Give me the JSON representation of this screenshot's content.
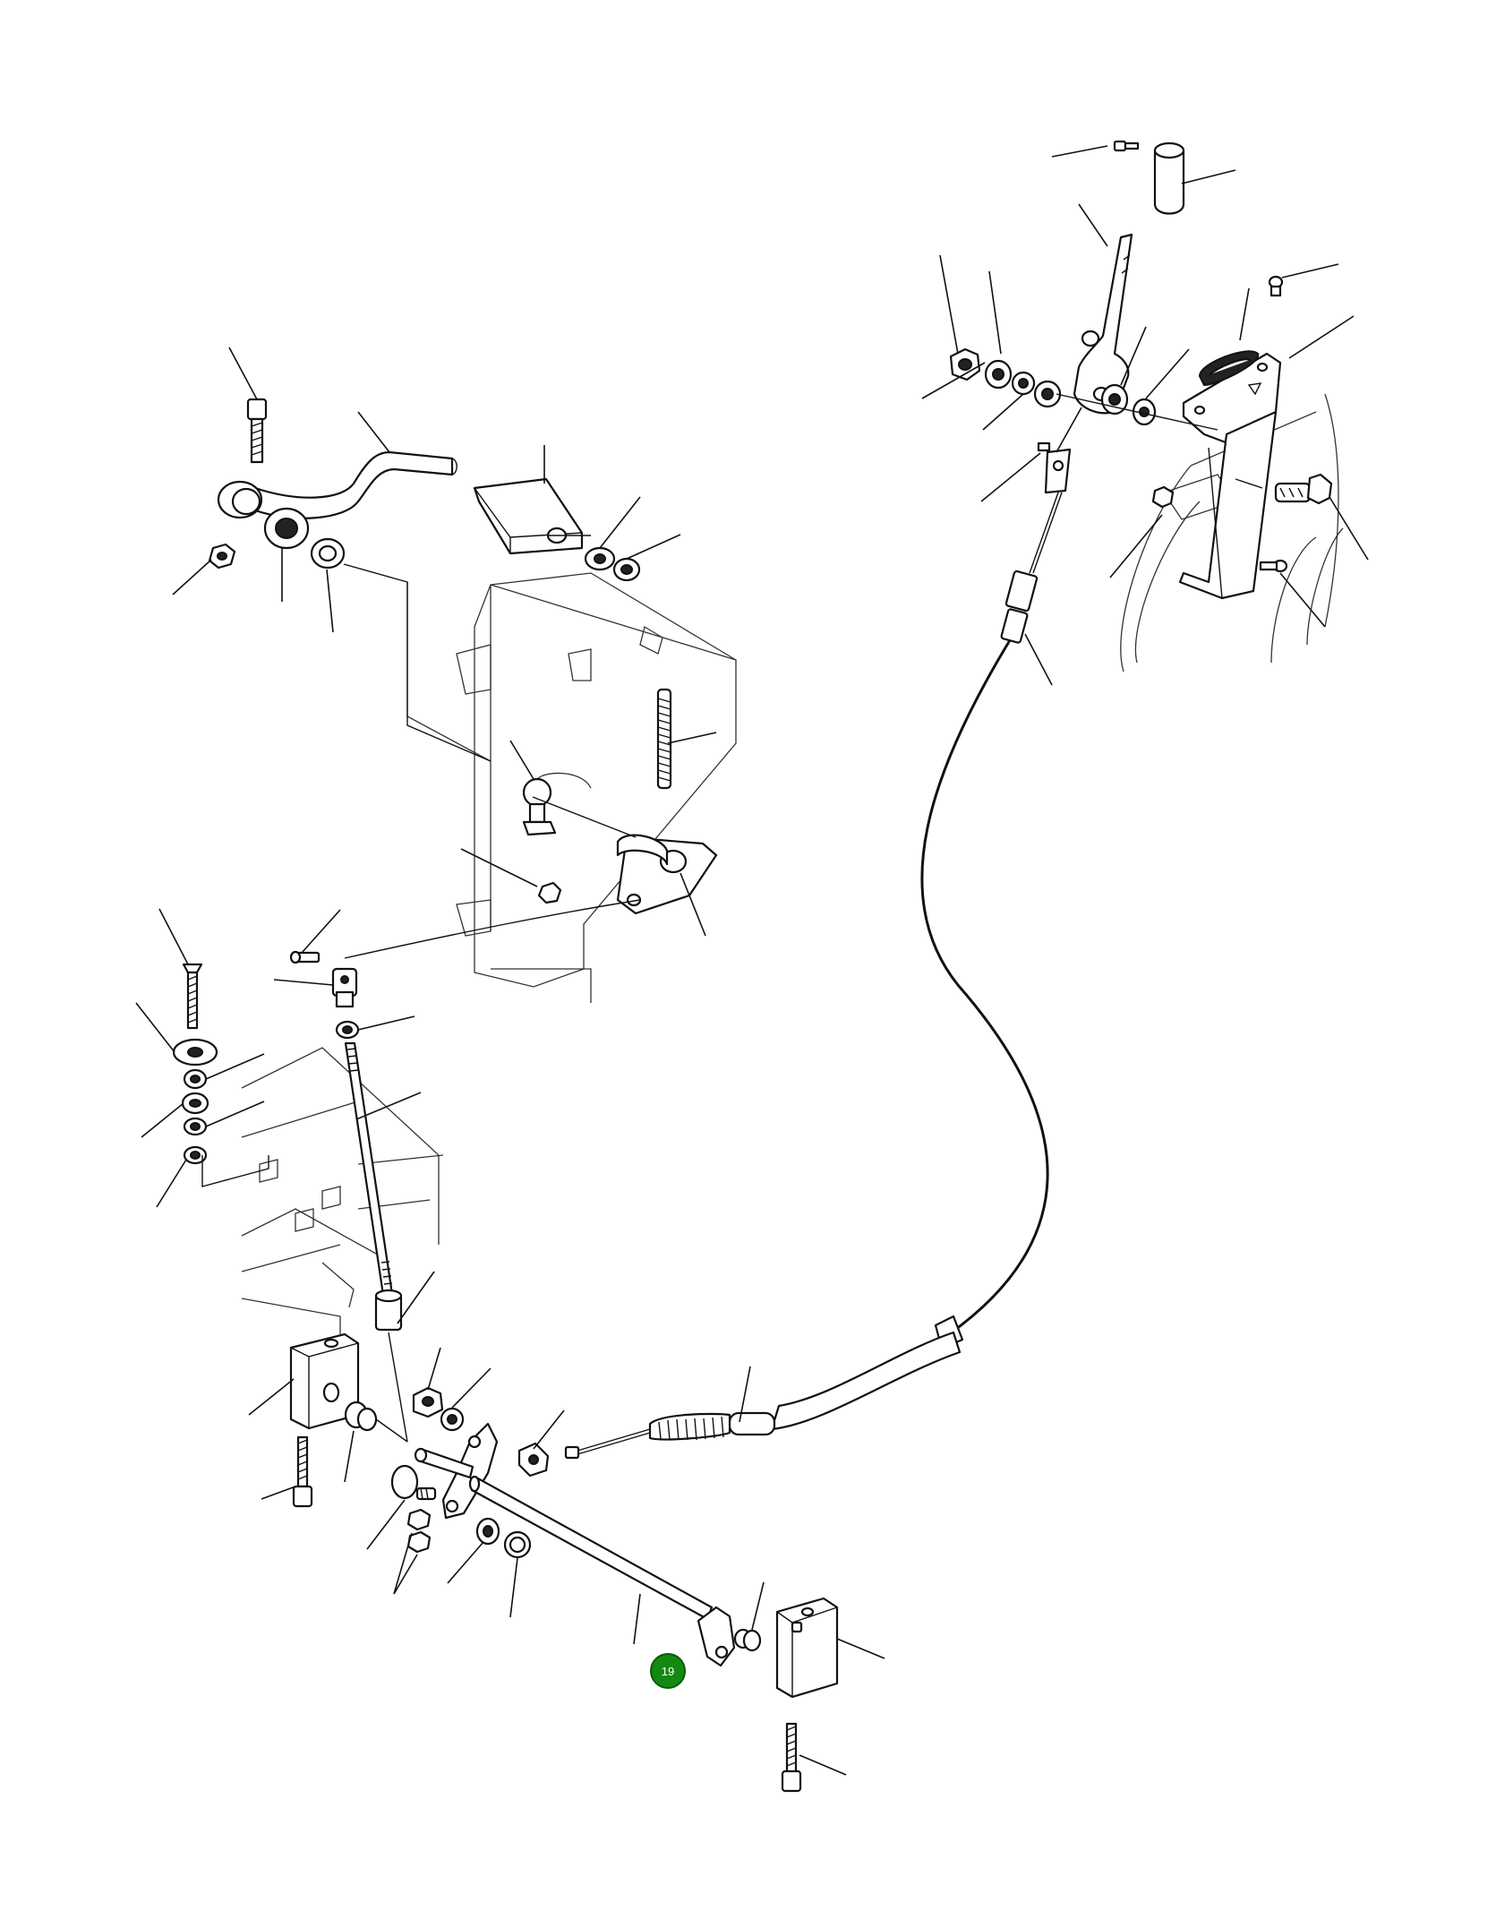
{
  "diagram": {
    "callout": {
      "number": "19",
      "fill": "#128a12",
      "stroke": "#0b5a0b"
    },
    "line_color": "#111111",
    "parts": [
      "throttle-knob",
      "upper-lever-arm",
      "lever-pivot-nut",
      "lever-washer",
      "lever-bracket",
      "lever-slot-grommet",
      "bracket-bolt",
      "cable-clevis",
      "control-cable",
      "cable-adjuster",
      "crank-lever",
      "crank-bushing",
      "pivot-bracket",
      "tension-spring",
      "ball-joint",
      "lever-plate",
      "clevis-rod",
      "lower-shaft",
      "bearing-block-left",
      "bearing-block-right",
      "cap-screw",
      "flange-bushing"
    ]
  }
}
